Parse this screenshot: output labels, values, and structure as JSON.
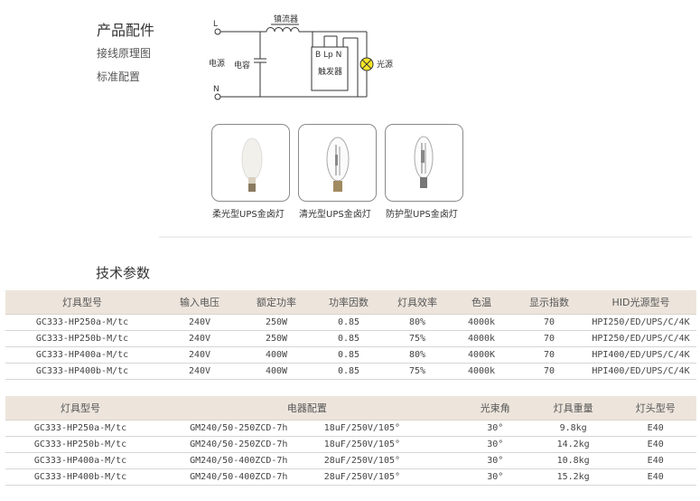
{
  "sidebar": {
    "title": "产品配件",
    "links": [
      "接线原理图",
      "标准配置"
    ]
  },
  "circuit": {
    "terminal_L": "L",
    "terminal_N": "N",
    "power_label": "电源",
    "capacitor_label": "电容",
    "ballast_label": "镇流器",
    "igniter_pins": "B Lp N",
    "igniter_label": "触发器",
    "lamp_label": "光源"
  },
  "lamps": [
    {
      "label": "柔光型UPS金卤灯",
      "type": "frosted"
    },
    {
      "label": "清光型UPS金卤灯",
      "type": "clear"
    },
    {
      "label": "防护型UPS金卤灯",
      "type": "protected"
    }
  ],
  "specs": {
    "title": "技术参数",
    "table1": {
      "headers": [
        "灯具型号",
        "输入电压",
        "额定功率",
        "功率因数",
        "灯具效率",
        "色温",
        "显示指数",
        "HID光源型号"
      ],
      "rows": [
        [
          "GC333-HP250a-M/tc",
          "240V",
          "250W",
          "0.85",
          "80%",
          "4000k",
          "70",
          "HPI250/ED/UPS/C/4K"
        ],
        [
          "GC333-HP250b-M/tc",
          "240V",
          "250W",
          "0.85",
          "75%",
          "4000k",
          "70",
          "HPI250/ED/UPS/C/4K"
        ],
        [
          "GC333-HP400a-M/tc",
          "240V",
          "400W",
          "0.85",
          "80%",
          "4000K",
          "70",
          "HPI400/ED/UPS/C/4K"
        ],
        [
          "GC333-HP400b-M/tc",
          "240V",
          "400W",
          "0.85",
          "75%",
          "4000k",
          "70",
          "HPI400/ED/UPS/C/4K"
        ]
      ]
    },
    "table2": {
      "headers": [
        "灯具型号",
        "电器配置",
        "光束角",
        "灯具重量",
        "灯头型号"
      ],
      "rows": [
        [
          "GC333-HP250a-M/tc",
          "GM240/50-250Z",
          "CD-7h",
          "18uF/250V/105°",
          "30°",
          "9.8kg",
          "E40"
        ],
        [
          "GC333-HP250b-M/tc",
          "GM240/50-250Z",
          "CD-7h",
          "18uF/250V/105°",
          "30°",
          "14.2kg",
          "E40"
        ],
        [
          "GC333-HP400a-M/tc",
          "GM240/50-400Z",
          "CD-7h",
          "28uF/250V/105°",
          "30°",
          "10.8kg",
          "E40"
        ],
        [
          "GC333-HP400b-M/tc",
          "GM240/50-400Z",
          "CD-7h",
          "28uF/250V/105°",
          "30°",
          "15.2kg",
          "E40"
        ]
      ]
    }
  },
  "colors": {
    "header_bg": "#ede5dc",
    "lamp_symbol": "#f5e628"
  }
}
